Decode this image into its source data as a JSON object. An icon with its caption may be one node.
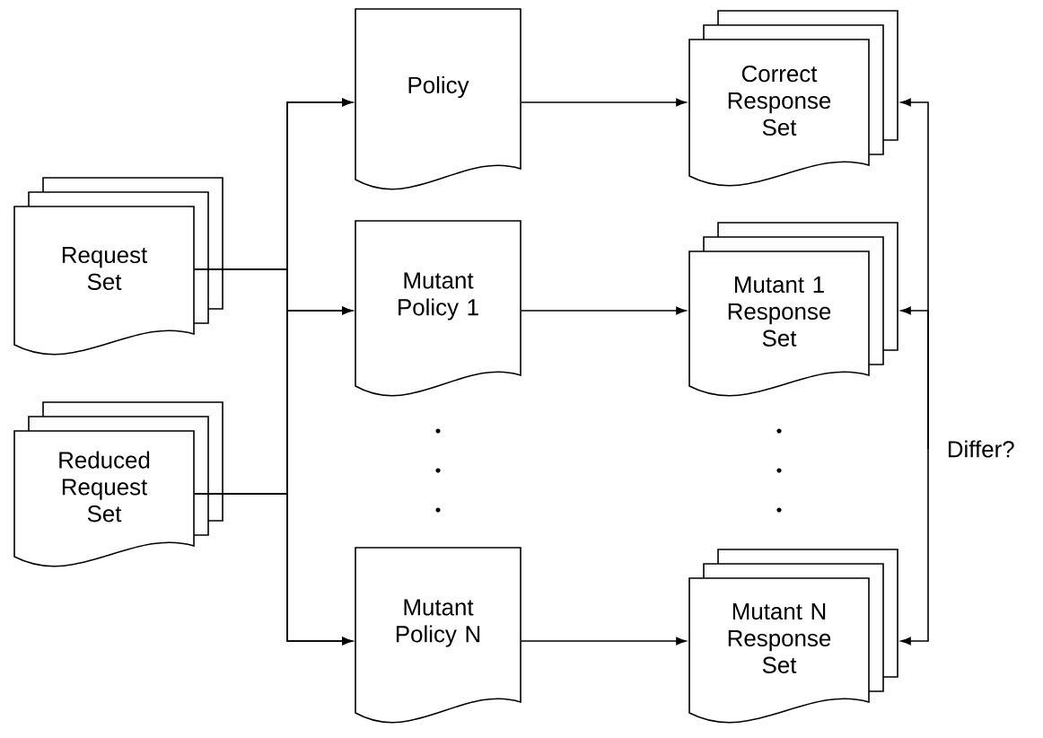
{
  "diagram": {
    "nodes": [
      {
        "text": [
          "Request Set"
        ]
      },
      {
        "text": [
          "Reduced Request Set"
        ]
      },
      {
        "text": [
          "Policy"
        ]
      },
      {
        "text": [
          "Mutant Policy 1"
        ]
      },
      {
        "text": [
          "Mutant Policy N"
        ]
      },
      {
        "text": [
          "Correct Response Set"
        ]
      },
      {
        "text": [
          "Mutant 1 Response Set"
        ]
      },
      {
        "text": [
          "Mutant N Response Set"
        ]
      },
      {
        "text": [
          "Differ?"
        ]
      }
    ],
    "edges": [
      {
        "from": 0,
        "to": 2,
        "arrow": "to"
      },
      {
        "from": 0,
        "to": 3,
        "arrow": "to"
      },
      {
        "from": 0,
        "to": 4,
        "arrow": "to"
      },
      {
        "from": 1,
        "to": 2,
        "arrow": "to"
      },
      {
        "from": 1,
        "to": 3,
        "arrow": "to"
      },
      {
        "from": 1,
        "to": 4,
        "arrow": "to"
      },
      {
        "from": 2,
        "to": 5,
        "arrow": "to"
      },
      {
        "from": 3,
        "to": 6,
        "arrow": "to"
      },
      {
        "from": 4,
        "to": 7,
        "arrow": "to"
      },
      {
        "from": 8,
        "to": 5,
        "arrow": "to"
      },
      {
        "from": 8,
        "to": 6,
        "arrow": "to"
      },
      {
        "from": 8,
        "to": 7,
        "arrow": "to"
      }
    ]
  }
}
